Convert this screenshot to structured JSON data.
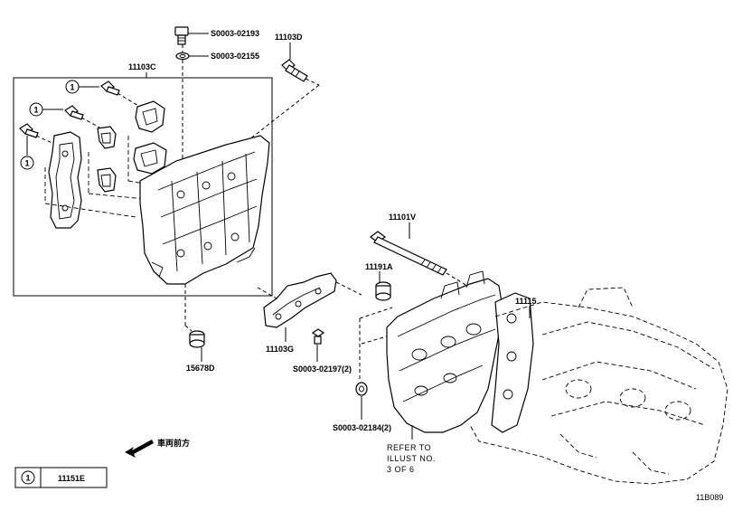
{
  "parts": {
    "p_s0003_02193": "S0003-02193",
    "p_s0003_02155": "S0003-02155",
    "p_11103d": "11103D",
    "p_11103c": "11103C",
    "p_11101v": "11101V",
    "p_11191a": "11191A",
    "p_11115": "11115",
    "p_11103g": "11103G",
    "p_15678d": "15678D",
    "p_s0003_02197": "S0003-02197(2)",
    "p_s0003_02184": "S0003-02184(2)"
  },
  "reference_note": {
    "line1": "REFER TO",
    "line2": "ILLUST NO.",
    "line3": "3 OF 6"
  },
  "direction_label": "車両前方",
  "callout_symbol": "1",
  "legend": {
    "symbol": "1",
    "part": "11151E"
  },
  "figure_id": "11B089"
}
